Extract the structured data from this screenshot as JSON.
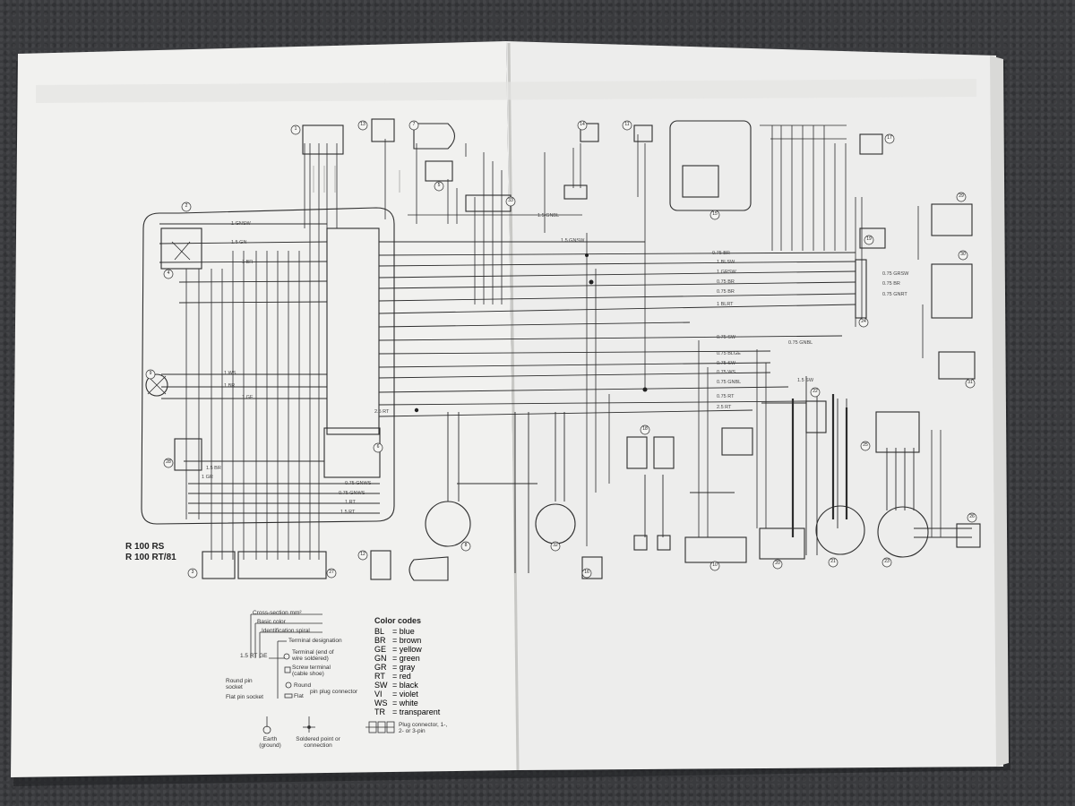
{
  "models": [
    "R 100 RS",
    "R 100 RT/81"
  ],
  "legend": {
    "cross_section": "Cross-section mm²",
    "basic_color": "Basic color",
    "identification_spiral": "Identification spiral",
    "terminal_designation": "Terminal designation",
    "example_wire": "1.5 RT GE",
    "terminal_soldered": "Terminal (end of wire soldered)",
    "screw_terminal": "Screw terminal (cable shoe)",
    "round_pin_socket": "Round pin socket",
    "round": "Round",
    "flat_pin_socket": "Flat pin socket",
    "flat": "Flat",
    "pin_plug_connector": "pin plug connector",
    "earth": "Earth (ground)",
    "soldered_point": "Soldered point or connection",
    "plug_connector": "Plug connector, 1-, 2- or 3-pin"
  },
  "color_codes": {
    "title": "Color codes",
    "entries": [
      {
        "code": "BL",
        "name": "= blue"
      },
      {
        "code": "BR",
        "name": "= brown"
      },
      {
        "code": "GE",
        "name": "= yellow"
      },
      {
        "code": "GN",
        "name": "= green"
      },
      {
        "code": "GR",
        "name": "= gray"
      },
      {
        "code": "RT",
        "name": "= red"
      },
      {
        "code": "SW",
        "name": "= black"
      },
      {
        "code": "VI",
        "name": "= violet"
      },
      {
        "code": "WS",
        "name": "= white"
      },
      {
        "code": "TR",
        "name": "= transparent"
      }
    ]
  },
  "wire_labels": {
    "left": [
      "1 GNSW",
      "1.5 GN",
      "1 BR",
      "1 WS",
      "1 BR",
      "1 GE",
      "2.5 RT",
      "0.75 GNWS",
      "0.75 GNWS",
      "1 RT",
      "1.5 RT",
      "1.5 BR",
      "1 GR"
    ],
    "right": [
      "0.75 BR",
      "1 BLSW",
      "1 GRSW",
      "0.75 BR",
      "0.75 BR",
      "1 BLRT",
      "0.75 SW",
      "0.75 GNBL",
      "0.75 BLGE",
      "0.75 SW",
      "0.75 WS",
      "0.75 GNBL",
      "0.75 RT",
      "2.5 RT",
      "1.5 GNBL",
      "1.5 GNSW",
      "1.5 SW"
    ],
    "far_right": [
      "0.75 GRSW",
      "0.75 BR",
      "0.75 GNRT"
    ]
  },
  "component_numbers": [
    "1",
    "2",
    "3",
    "4",
    "5",
    "6",
    "7",
    "8",
    "9",
    "10",
    "11",
    "12",
    "13",
    "14",
    "15",
    "16",
    "17",
    "18",
    "19",
    "20",
    "21",
    "22",
    "23",
    "24",
    "25",
    "26",
    "27",
    "28",
    "29",
    "30",
    "31",
    "32",
    "33"
  ]
}
